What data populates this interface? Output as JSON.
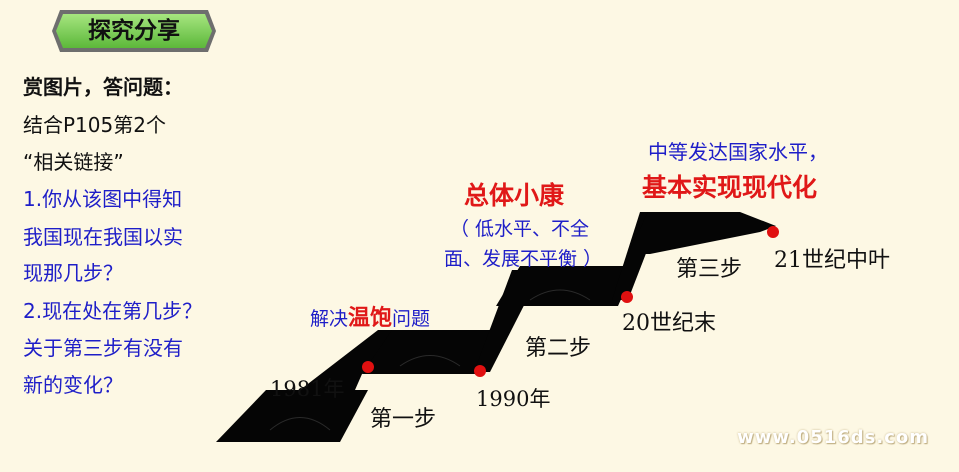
{
  "badge": {
    "label": "探究分享"
  },
  "questions": {
    "line1": "赏图片，答问题：",
    "line2": "结合P105第2个",
    "line3": "“相关链接”",
    "line4": "1.你从该图中得知",
    "line5": "我国现在我国以实",
    "line6": "现那几步？",
    "line7": " 2.现在处在第几步？",
    "line8": "关于第三步有没有",
    "line9": "新的变化？"
  },
  "diagram": {
    "step1": "第一步",
    "step2": "第二步",
    "step3": "第三步",
    "year1981": "1981年",
    "year1990": "1990年",
    "end20c": "20世纪末",
    "mid21c": "21世纪中叶",
    "goal1_prefix": "解决",
    "goal1_highlight": "温饱",
    "goal1_suffix": "问题",
    "goal2_title": "总体小康",
    "goal2_line1": "（ 低水平、不全",
    "goal2_line2": "面、发展不平衡 ）",
    "goal3_line1": "中等发达国家水平，",
    "goal3_line2": "基本实现现代化"
  },
  "watermark": "www.0516ds.com",
  "colors": {
    "badge": "#7fd15a",
    "accent_red": "#e01818",
    "blue_text": "#1e1ec8",
    "stair": "#0a0a0a"
  }
}
